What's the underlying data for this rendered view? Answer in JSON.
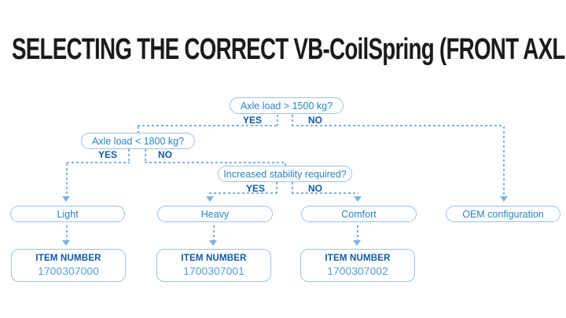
{
  "title": "SELECTING THE CORRECT VB-CoilSpring (FRONT AXLE)",
  "colors": {
    "title_text": "#1b1b1b",
    "node_border": "#9cc3e3",
    "node_text": "#2a86c7",
    "branch_label_text": "#0c5aa9",
    "connector": "#7ab4e0",
    "item_number_text": "#55a1d8",
    "background": "#ffffff"
  },
  "flowchart": {
    "decisions": [
      {
        "question": "Axle load > 1500 kg?",
        "yes_label": "YES",
        "no_label": "NO"
      },
      {
        "question": "Axle load < 1800 kg?",
        "yes_label": "YES",
        "no_label": "NO"
      },
      {
        "question": "Increased stability required?",
        "yes_label": "YES",
        "no_label": "NO"
      }
    ],
    "outcomes": [
      {
        "label": "Light",
        "item_number_label": "ITEM NUMBER",
        "item_number": "1700307000"
      },
      {
        "label": "Heavy",
        "item_number_label": "ITEM NUMBER",
        "item_number": "1700307001"
      },
      {
        "label": "Comfort",
        "item_number_label": "ITEM NUMBER",
        "item_number": "1700307002"
      },
      {
        "label": "OEM configuration"
      }
    ]
  }
}
